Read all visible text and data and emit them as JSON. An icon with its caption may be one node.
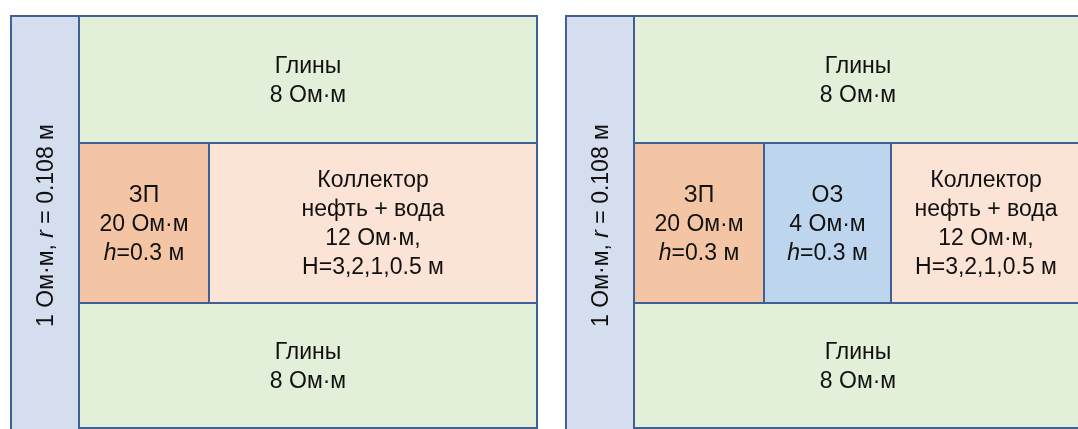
{
  "diagram": {
    "nodes": [
      {
        "text": [
          "1 Ом·м, *r* = 0.108 м"
        ]
      },
      {
        "text": [
          "Глины",
          "8 Ом·м"
        ]
      },
      {
        "text": [
          "ЗП",
          "20 Ом·м",
          "*h*=0.3 м"
        ]
      },
      {
        "text": [
          "Коллектор",
          "нефть + вода",
          "12 Ом·м,",
          "H=3,2,1,0.5 м"
        ]
      },
      {
        "text": [
          "Глины",
          "8 Ом·м"
        ]
      },
      {
        "text": [
          "1 Ом·м, *r* = 0.108 м"
        ]
      },
      {
        "text": [
          "Глины",
          "8 Ом·м"
        ]
      },
      {
        "text": [
          "ЗП",
          "20 Ом·м",
          "*h*=0.3 м"
        ]
      },
      {
        "text": [
          "ОЗ",
          "4 Ом·м",
          "*h*=0.3 м"
        ]
      },
      {
        "text": [
          "Коллектор",
          "нефть + вода",
          "12 Ом·м,",
          "H=3,2,1,0.5 м"
        ]
      },
      {
        "text": [
          "Глины",
          "8 Ом·м"
        ]
      }
    ]
  }
}
